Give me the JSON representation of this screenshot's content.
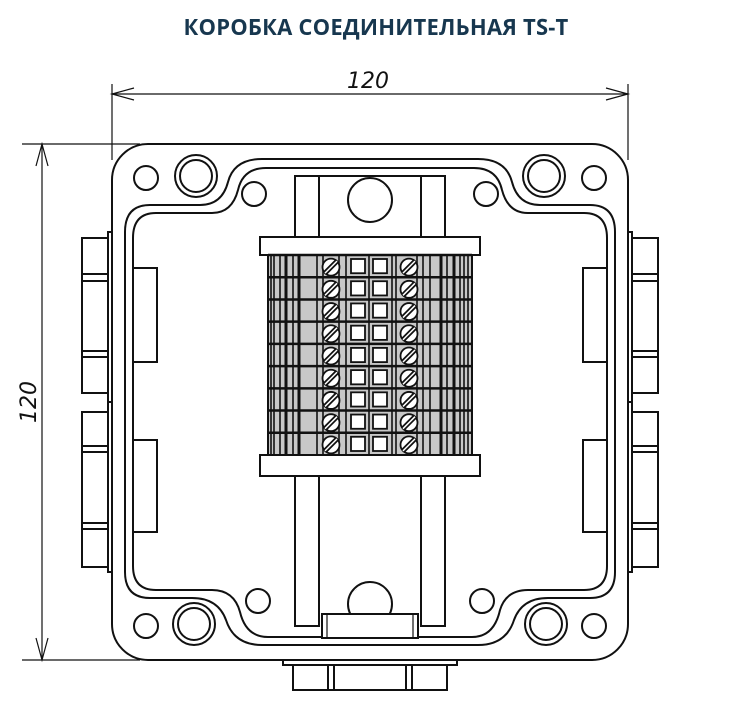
{
  "title": "КОРОБКА СОЕДИНИТЕЛЬНАЯ TS-T",
  "dimensions": {
    "width_label": "120",
    "height_label": "120"
  },
  "terminal_block": {
    "rows": 9
  },
  "colors": {
    "title": "#17374f",
    "terminal_fill": "#c8c8c8",
    "line": "#111111"
  }
}
